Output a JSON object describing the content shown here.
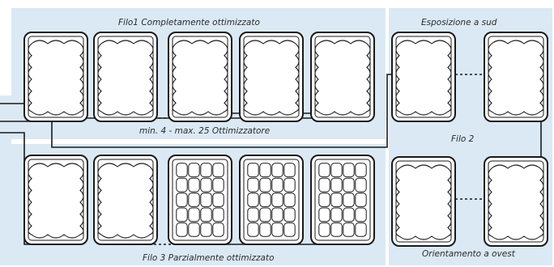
{
  "labels": {
    "string1": "Filo1 Completamente ottimizzato",
    "optimizer_range": "min. 4 - max. 25 Ottimizzatore",
    "string3": "Filo 3 Parzialmente ottimizzato",
    "south": "Esposizione a sud",
    "string2": "Filo 2",
    "west": "Orientamento a ovest"
  },
  "colors": {
    "panel_background": "#dbe9f5",
    "divider": "#ffffff",
    "module_frame": "#1a1a1a",
    "module_fill": "#ffffff",
    "wire": "#1a1a1a"
  }
}
